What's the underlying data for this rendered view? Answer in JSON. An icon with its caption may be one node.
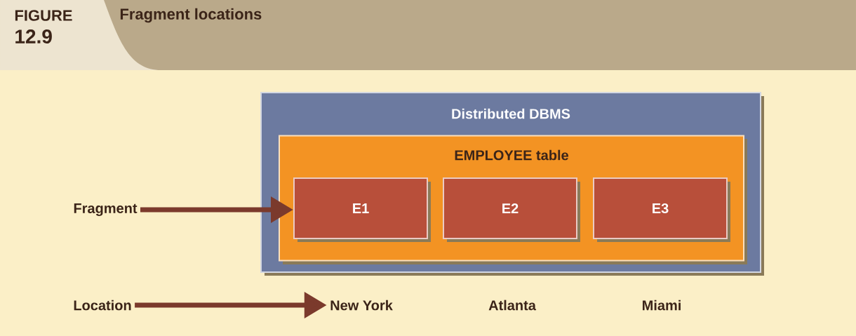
{
  "diagram": {
    "title": "Fragment locations",
    "nodes": [
      {
        "text": [
          "Distributed DBMS"
        ]
      },
      {
        "text": [
          "EMPLOYEE table"
        ],
        "in": 0
      },
      {
        "text": [
          "E1"
        ],
        "in": 1
      },
      {
        "text": [
          "E2"
        ],
        "in": 1
      },
      {
        "text": [
          "E3"
        ],
        "in": 1
      },
      {
        "text": [
          "Fragment"
        ]
      },
      {
        "text": [
          "Location"
        ]
      },
      {
        "text": [
          "New York"
        ]
      }
    ],
    "edges": [
      {
        "from": 5,
        "to": 2,
        "arrow": "to"
      },
      {
        "from": 6,
        "to": 7,
        "arrow": "to"
      }
    ],
    "labels": [
      "FIGURE",
      "12.9",
      "Atlanta",
      "Miami"
    ]
  }
}
